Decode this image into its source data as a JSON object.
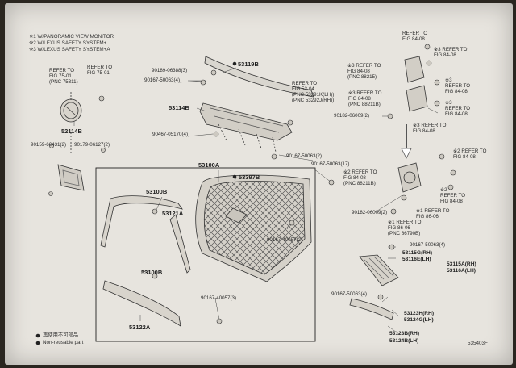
{
  "notes": {
    "line1": "※1 W/PANORAMIC VIEW MONITOR",
    "line2": "※2 W/LEXUS SAFETY SYSTEM+",
    "line3": "※3 W/LEXUS SAFETY SYSTEM+A"
  },
  "parts": {
    "p53119B": "53119B",
    "p53114B": "53114B",
    "p52114B": "52114B",
    "p53100A": "53100A",
    "p53397B": "53397B",
    "p53100B": "53100B",
    "p53121A": "53121A",
    "p53100B_2": "53100B",
    "p53122A": "53122A",
    "p53115G": "53115G(RH)",
    "p53116E": "53116E(LH)",
    "p53115A": "53115A(RH)",
    "p53116A": "53116A(LH)",
    "p53123H": "53123H(RH)",
    "p53124G": "53124G(LH)",
    "p53123B": "53123B(RH)",
    "p53124B": "53124B(LH)"
  },
  "bolts": {
    "b1": "90189-06388(3)",
    "b2": "90167-50063(4)",
    "b3": "90467-05170(4)",
    "b4": "90159-60431(2)",
    "b5": "90179-06127(2)",
    "b6": "90167-50063(2)",
    "b7": "90167-50063(17)",
    "b8": "90167-40057(2)",
    "b9": "90167-40057(3)",
    "b10": "90182-06009(2)",
    "b11": "90182-06009(2)",
    "b12": "90167-50063(4)",
    "b13": "90167-50063(4)"
  },
  "refs": {
    "r1a": "REFER TO",
    "r1b": "FIG 75-01",
    "r1c": "(PNC 75311)",
    "r2a": "REFER TO",
    "r2b": "FIG 75-01",
    "r3a": "REFER TO",
    "r3b": "FIG 53-04",
    "r3c": "(PNC 53291K(LH))",
    "r3d": "(PNC 53292J(RH))",
    "r4a": "REFER TO",
    "r4b": "FIG 84-08",
    "r5a": "※3 REFER TO",
    "r5b": "FIG 84-08",
    "r6a": "※3 REFER TO",
    "r6b": "FIG 84-08",
    "r6c": "(PNC 88215)",
    "r7a": "※3",
    "r7b": "REFER TO",
    "r7c": "FIG 84-08",
    "r8a": "※3 REFER TO",
    "r8b": "FIG 84-08",
    "r8c": "(PNC 88211B)",
    "r9a": "※3",
    "r9b": "REFER TO",
    "r9c": "FIG 84-08",
    "r10a": "※3 REFER TO",
    "r10b": "FIG 84-08",
    "r11a": "※2 REFER TO",
    "r11b": "FIG 84-08",
    "r12a": "※2 REFER TO",
    "r12b": "FIG 84-08",
    "r12c": "(PNC 88211B)",
    "r13a": "※2",
    "r13b": "REFER TO",
    "r13c": "FIG 84-08",
    "r14a": "※1 REFER TO",
    "r14b": "FIG 86-06",
    "r15a": "※1 REFER TO",
    "r15b": "FIG 86-06",
    "r15c": "(PNC 86790B)"
  },
  "legend": {
    "jp": "再使用不可部品",
    "en": "Non-reusable part"
  },
  "figure_code": "535403F"
}
